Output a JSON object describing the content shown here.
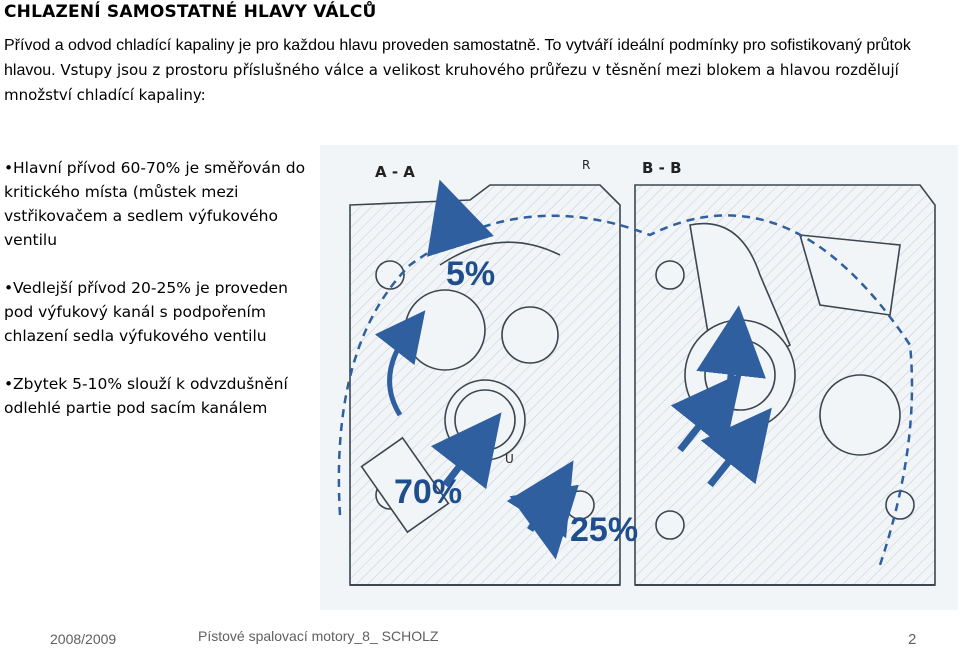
{
  "slide": {
    "title": "CHLAZENÍ  SAMOSTATNÉ HLAVY VÁLCŮ",
    "intro_part1": "Přívod a odvod chladící kapaliny je pro každou hlavu proveden samostatně.  To vytváří ideální podmínky pro sofistikovaný  průtok hlavou.",
    "intro_part2": " Vstupy jsou z prostoru příslušného válce a velikost kruhového průřezu v těsnění mezi blokem a hlavou  rozdělují množství chladící  kapaliny:",
    "bullets": [
      {
        "text": "Hlavní přívod 60-70% je směřován do kritického místa (můstek mezi vstřikovačem a sedlem výfukového ventilu"
      },
      {
        "text": "Vedlejší přívod 20-25% je proveden pod výfukový kanál s podpořením chlazení  sedla výfukového ventilu"
      },
      {
        "text": "Zbytek 5-10% slouží k odvzdušnění odlehlé partie pod sacím kanálem"
      }
    ],
    "bullet_symbol": "•"
  },
  "drawing": {
    "section_a_label": "A - A",
    "section_b_label": "B - B",
    "label_r": "R",
    "label_u": "U",
    "percent_top": "5%",
    "percent_main": "70%",
    "percent_side": "25%",
    "arrow_color": "#2f5f9e"
  },
  "footer": {
    "year": "2008/2009",
    "course": "Pístové spalovací motory_8_ SCHOLZ",
    "page": "2"
  }
}
